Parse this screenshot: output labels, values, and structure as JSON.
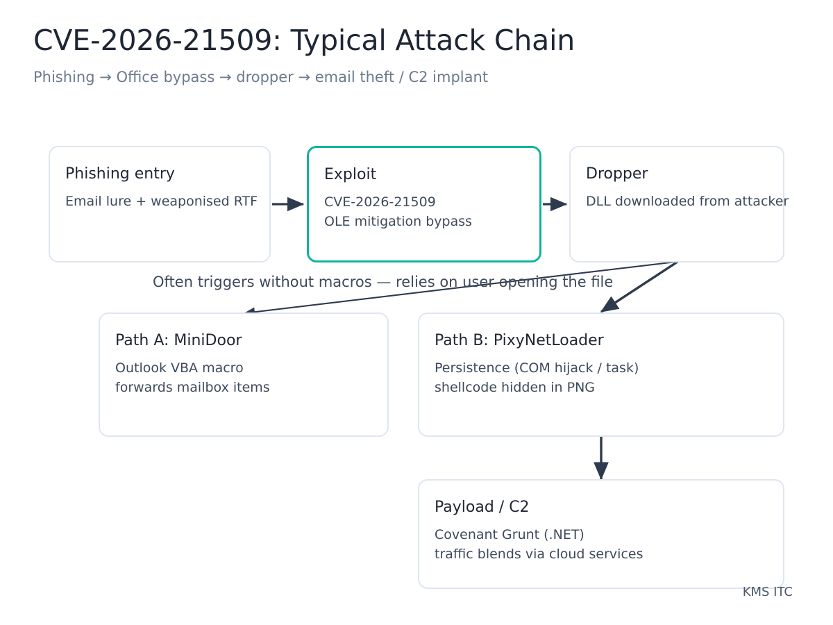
{
  "header": {
    "title": "CVE-2026-21509: Typical Attack Chain",
    "subtitle": "Phishing → Office bypass → dropper → email theft / C2 implant"
  },
  "nodes": [
    {
      "id": "phishing-entry",
      "title": "Phishing entry",
      "body_lines": [
        "Email lure + weaponised RTF"
      ]
    },
    {
      "id": "exploit",
      "title": "Exploit",
      "body_lines": [
        "CVE-2026-21509",
        "OLE mitigation bypass"
      ],
      "highlight": true
    },
    {
      "id": "dropper",
      "title": "Dropper",
      "body_lines": [
        "DLL downloaded from attacker"
      ]
    },
    {
      "id": "path-a",
      "title": "Path A: MiniDoor",
      "body_lines": [
        "Outlook VBA macro",
        "forwards mailbox items"
      ]
    },
    {
      "id": "path-b",
      "title": "Path B: PixyNetLoader",
      "body_lines": [
        "Persistence (COM hijack / task)",
        "shellcode hidden in PNG"
      ]
    },
    {
      "id": "payload-c2",
      "title": "Payload / C2",
      "body_lines": [
        "Covenant Grunt (.NET)",
        "traffic blends via cloud services"
      ]
    }
  ],
  "annotations": {
    "edge_note": "Often triggers without macros — relies on user opening the file"
  },
  "footer": {
    "brand": "KMS ITC"
  },
  "colors": {
    "accent": "#10b39c",
    "node_border": "#dfe6ef",
    "title_text": "#1e2633",
    "body_text": "#3d4a5c",
    "subtitle_text": "#6b7a8f",
    "arrow": "#2e3b4e",
    "background": "#ffffff"
  }
}
